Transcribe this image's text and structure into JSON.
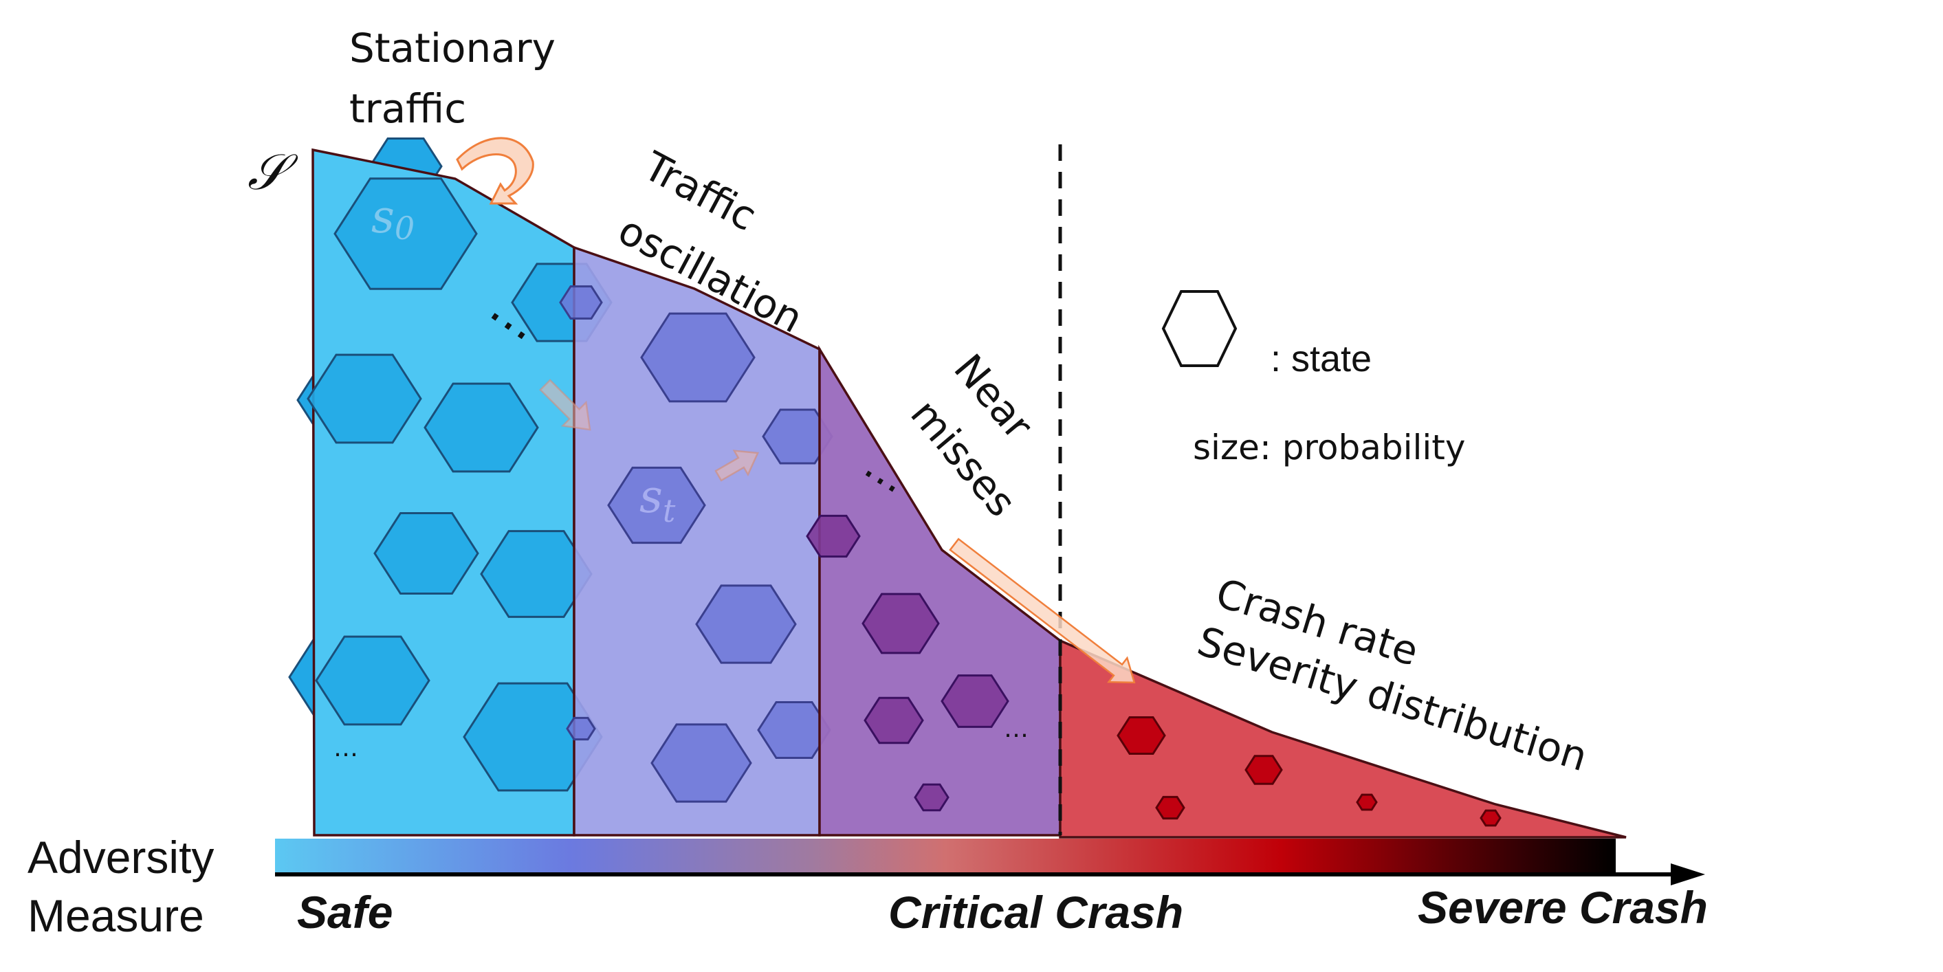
{
  "labels": {
    "set_symbol": "𝒮",
    "stationary_line1": "Stationary",
    "stationary_line2": "traffic",
    "oscillation_line1": "Traffic",
    "oscillation_line2": "oscillation",
    "near_line1": "Near",
    "near_line2": "misses",
    "crash_line1": "Crash rate",
    "crash_line2": "Severity distribution",
    "state_s0_base": "s",
    "state_s0_sub": "0",
    "state_st_base": "s",
    "state_st_sub": "t",
    "ellipsis_dots": "⋯",
    "ellipsis_small": "…"
  },
  "legend": {
    "state_text": ":  state",
    "size_text": "size: probability"
  },
  "axis": {
    "title_line1": "Adversity",
    "title_line2": "Measure",
    "safe": "Safe",
    "critical": "Critical Crash",
    "severe": "Severe Crash"
  },
  "colors": {
    "safe_region": "#4dc6f3",
    "oscillation_region": "#9b9ee6",
    "near_miss_region": "#9a6bbd",
    "crash_region": "#d94c56",
    "outline": "#4a0f14",
    "hex_safe": "#22a8e6",
    "hex_oscillation": "#6f78d8",
    "hex_near": "#7e3a98",
    "hex_crash": "#c00010",
    "arrow_orange": "#f07f3c",
    "safe_text": "#1aa7e2",
    "critical_text": "#c0143c",
    "severe_text": "#5a0a10"
  }
}
